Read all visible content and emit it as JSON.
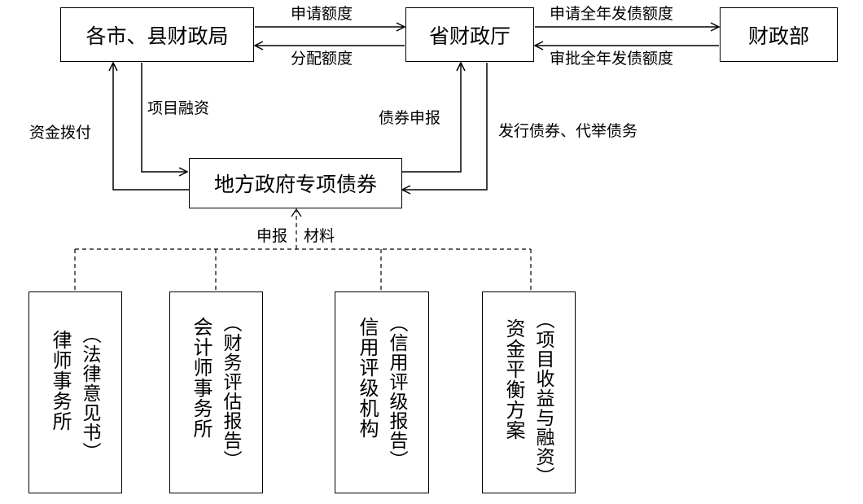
{
  "nodes": {
    "city_finance": "各市、县财政局",
    "province_finance": "省财政厅",
    "ministry": "财政部",
    "special_bond": "地方政府专项债券"
  },
  "edge_labels": {
    "apply_quota": "申请额度",
    "allocate_quota": "分配额度",
    "apply_annual_quota": "申请全年发债额度",
    "approve_annual_quota": "审批全年发债额度",
    "project_financing": "项目融资",
    "fund_disbursement": "资金拨付",
    "bond_application": "债券申报",
    "issue_bonds": "发行债券、代举债务",
    "materials_left": "申报",
    "materials_right": "材料"
  },
  "agencies": [
    {
      "name": "律师事务所",
      "note": "（法律意见书）"
    },
    {
      "name": "会计师事务所",
      "note": "（财务评估报告）"
    },
    {
      "name": "信用评级机构",
      "note": "（信用评级报告）"
    },
    {
      "name": "资金平衡方案",
      "note": "（项目收益与融资）"
    }
  ]
}
